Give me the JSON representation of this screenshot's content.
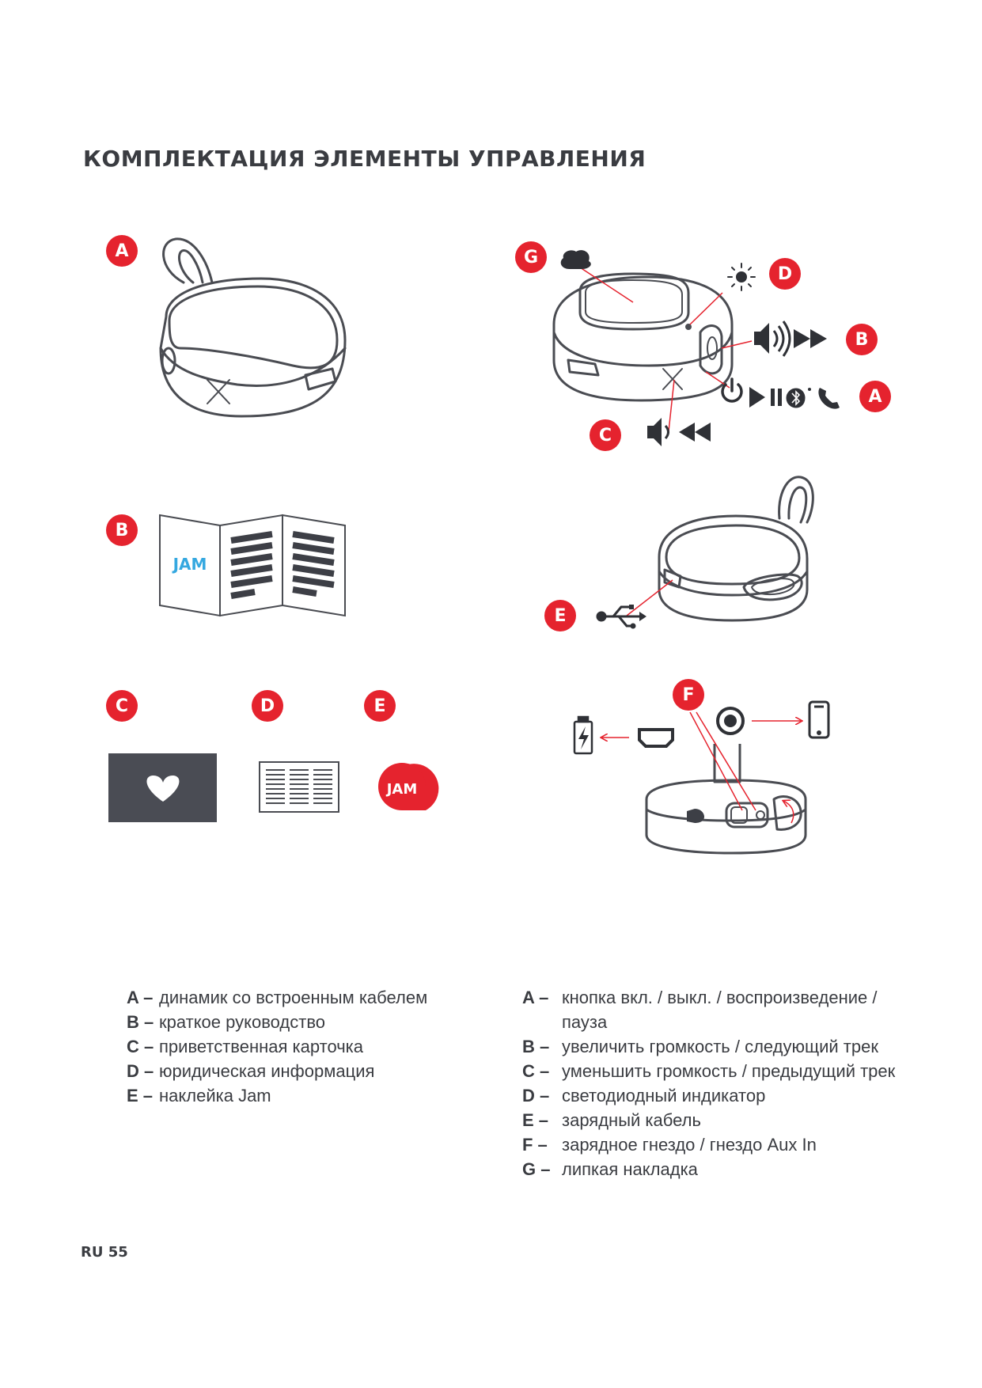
{
  "title": "КОМПЛЕКТАЦИЯ ЭЛЕМЕНТЫ УПРАВЛЕНИЯ",
  "brand_color": "#e5232e",
  "diagram_labels": {
    "package_speaker": "A",
    "package_guide": "B",
    "package_card": "C",
    "package_legal": "D",
    "package_sticker": "E",
    "ctrl_adhesive": "G",
    "ctrl_led": "D",
    "ctrl_vol_up": "B",
    "ctrl_power": "A",
    "ctrl_vol_down": "C",
    "ctrl_cable": "E",
    "ctrl_jack": "F"
  },
  "brand_logo_text": "JAM",
  "package_list": [
    {
      "letter": "A –",
      "text": "динамик со встроенным кабелем"
    },
    {
      "letter": "B –",
      "text": "краткое руководство"
    },
    {
      "letter": "C –",
      "text": "приветственная карточка"
    },
    {
      "letter": "D –",
      "text": "юридическая информация"
    },
    {
      "letter": "E –",
      "text": "наклейка Jam"
    }
  ],
  "controls_list": [
    {
      "letter": "A –",
      "text": "кнопка вкл. / выкл. / воспроизведение / пауза"
    },
    {
      "letter": "B –",
      "text": "увеличить громкость / следующий трек"
    },
    {
      "letter": "C –",
      "text": "уменьшить громкость / предыдущий трек"
    },
    {
      "letter": "D –",
      "text": "светодиодный индикатор"
    },
    {
      "letter": "E –",
      "text": "зарядный кабель"
    },
    {
      "letter": "F –",
      "text": "зарядное гнездо / гнездо Aux In"
    },
    {
      "letter": "G –",
      "text": "липкая накладка"
    }
  ],
  "footer": "RU 55"
}
